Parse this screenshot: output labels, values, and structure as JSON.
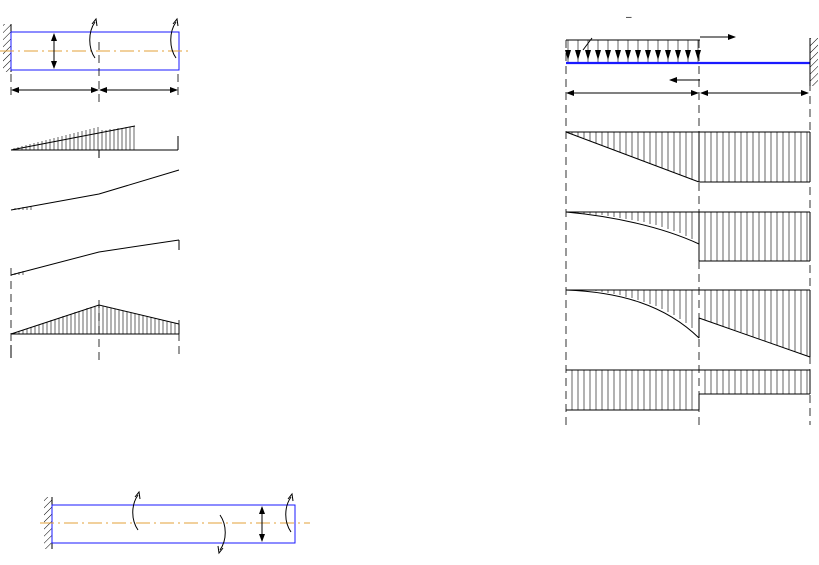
{
  "figure": {
    "background": "#ffffff",
    "line_color": "#000000",
    "beam_color": "#1a1aff",
    "axis_color": "#e3a23a"
  },
  "figure_a": {
    "parts": [
      "fixed-support",
      "beam",
      "axial-dimension",
      "torque-arrows",
      "dimension-line",
      "diagram-1",
      "diagram-2",
      "diagram-3",
      "diagram-4"
    ]
  },
  "figure_b": {
    "parts": [
      "fixed-support",
      "beam",
      "distributed-load",
      "point-load",
      "dimension-line",
      "diagram-1",
      "diagram-2",
      "diagram-3",
      "diagram-4"
    ],
    "mark": "–"
  },
  "figure_c": {
    "parts": [
      "fixed-support",
      "shaft",
      "torque-arrows",
      "diameter-dimension"
    ]
  }
}
